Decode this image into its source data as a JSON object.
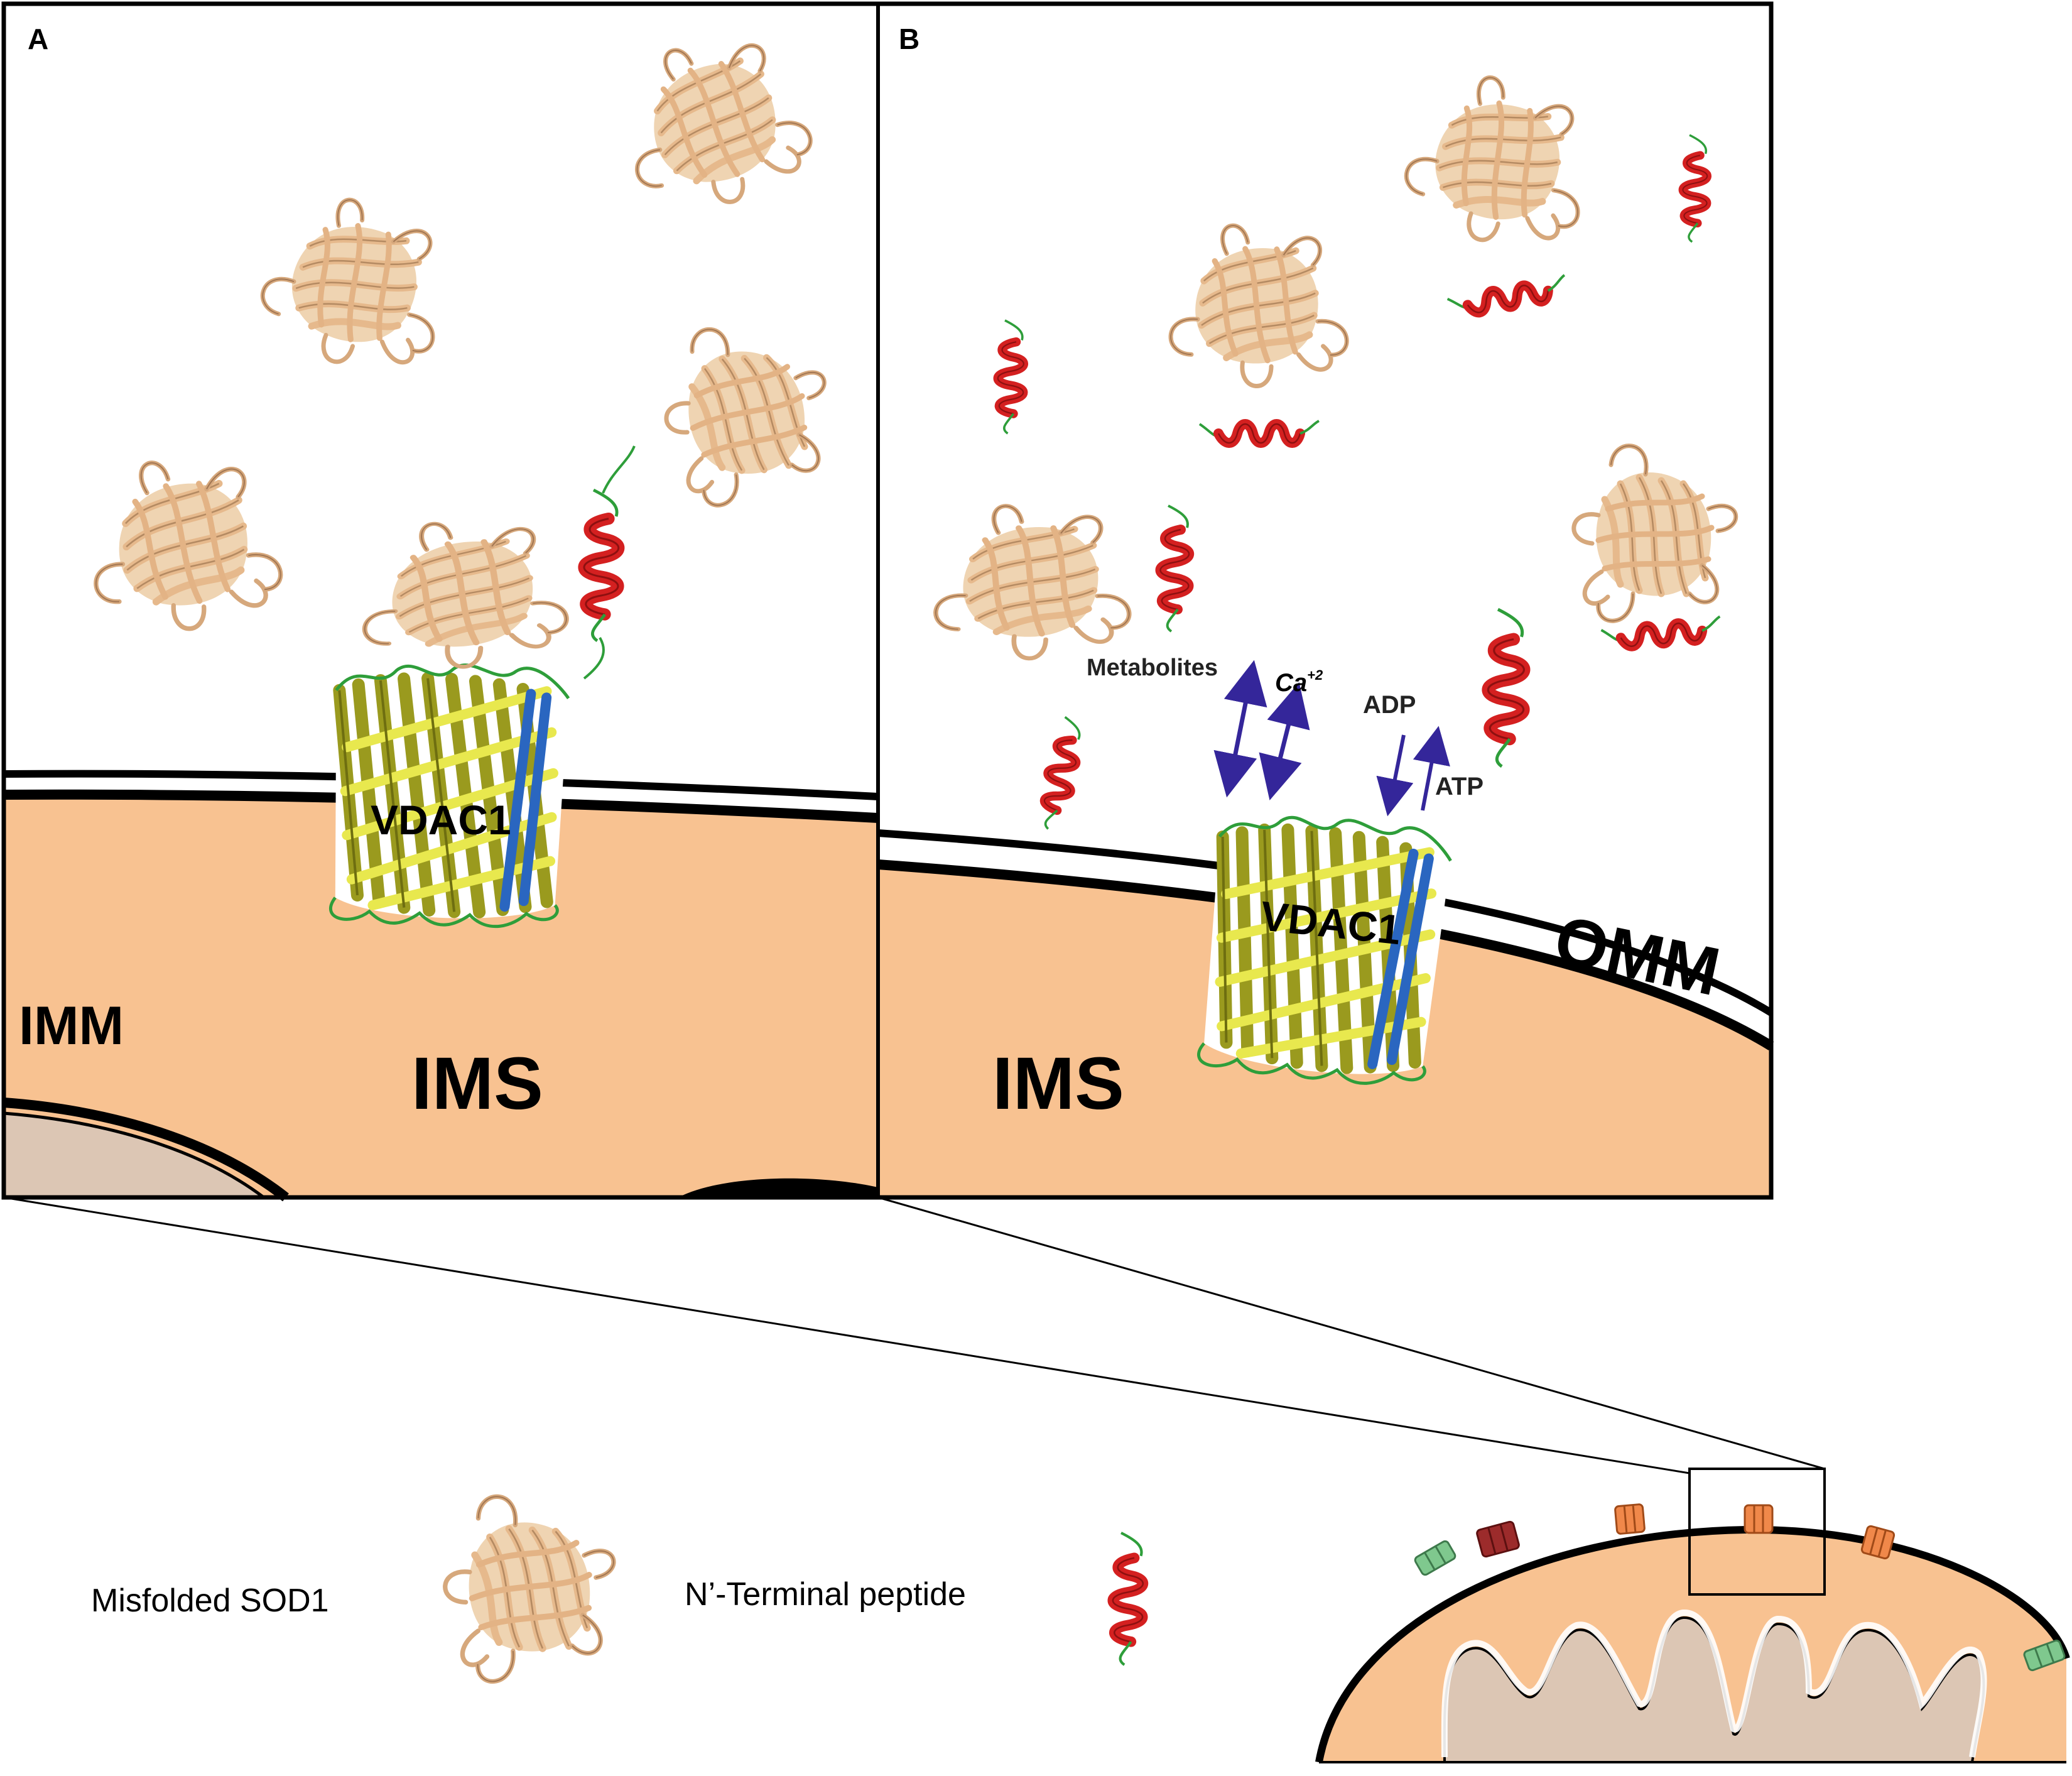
{
  "panels": {
    "a": {
      "letter": "A",
      "vdac_label": "VDAC1",
      "ims_label": "IMS",
      "imm_label": "IMM"
    },
    "b": {
      "letter": "B",
      "vdac_label": "VDAC1",
      "ims_label": "IMS",
      "omm_label": "OMM",
      "metabolites_label": "Metabolites",
      "ca_label": "Ca",
      "ca_superscript": "+2",
      "adp_label": "ADP",
      "atp_label": "ATP"
    }
  },
  "legend": {
    "sod1_label": "Misfolded SOD1",
    "peptide_label": "N’-Terminal peptide"
  },
  "colors": {
    "ims": "#f8c291",
    "matrix": "#dcc6b4",
    "sod1": "#e8bf92",
    "sod1_dark": "#b68a62",
    "peptide": "#d42020",
    "loop": "#2e9e3a",
    "vdac_dark": "#8e8e1c",
    "vdac_light": "#e3e34a",
    "vdac_blue": "#2a66c0",
    "arrow": "#34269a",
    "channel_green": "#7fc88e",
    "channel_red": "#9c2b2b",
    "channel_orange": "#f0884a"
  }
}
